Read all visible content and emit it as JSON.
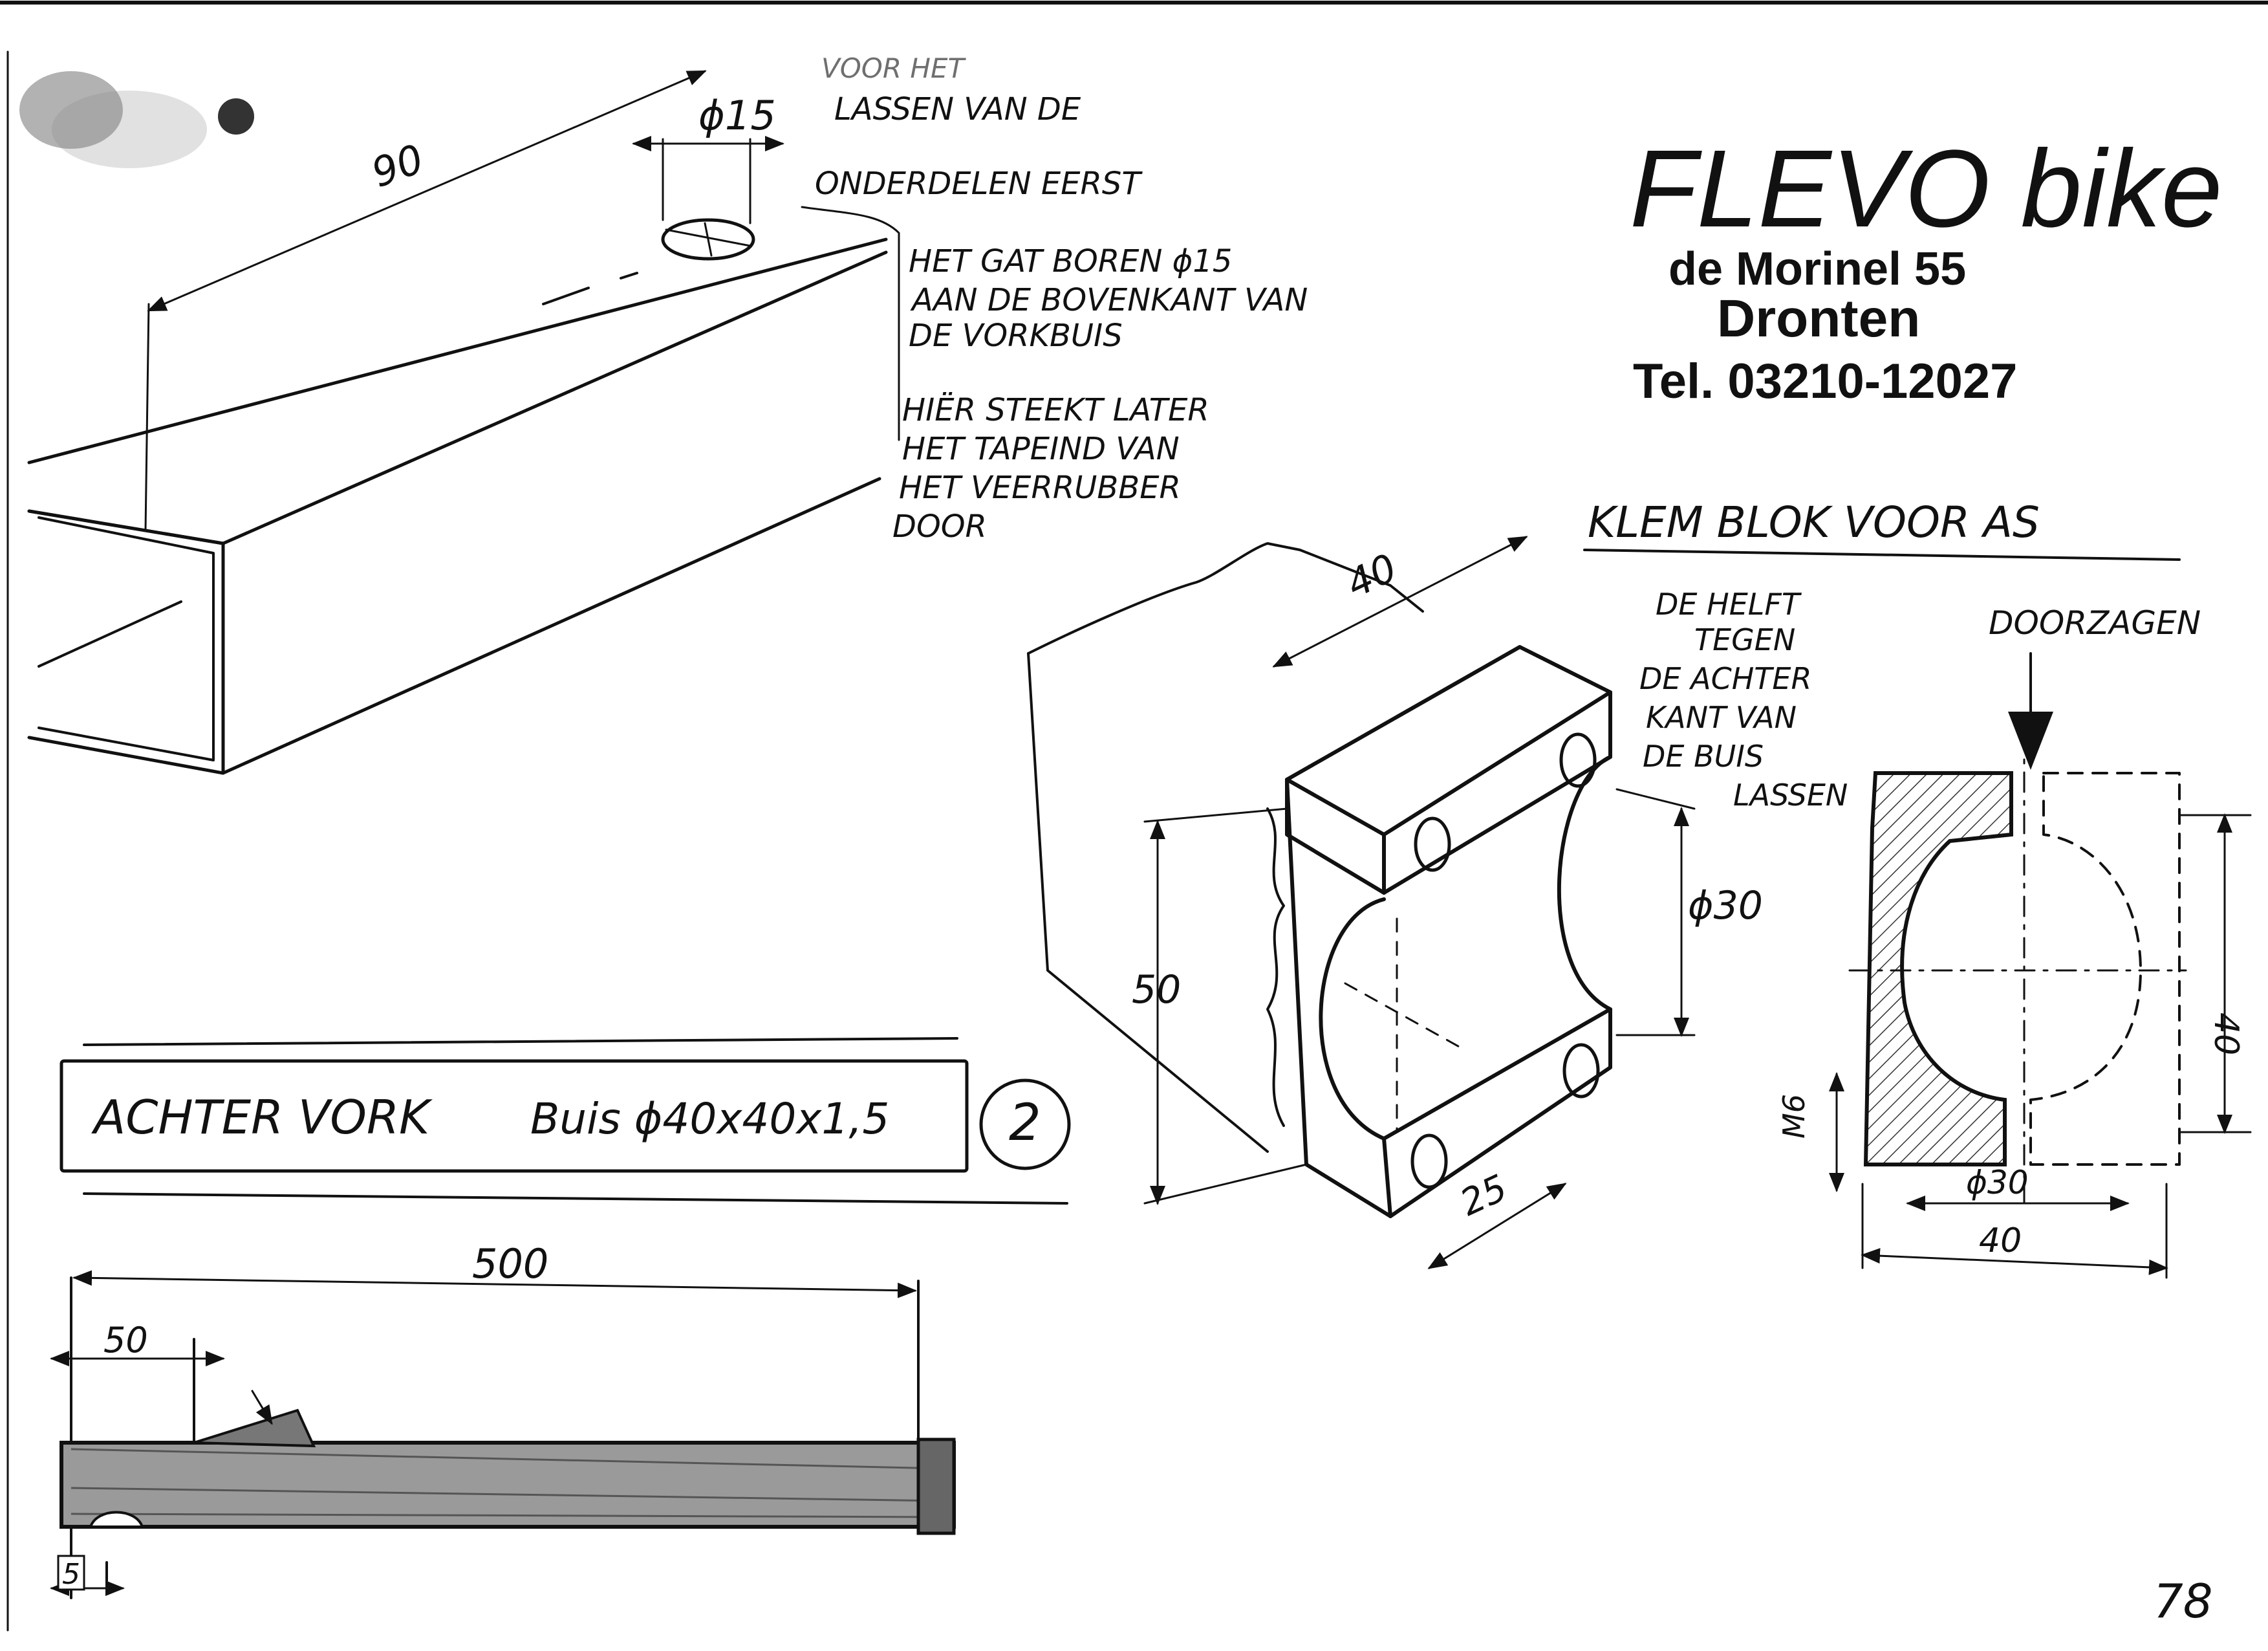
{
  "header": {
    "logo_text": "FLEVO bike",
    "address_line": "de Morinel 55",
    "city": "Dronten",
    "phone": "Tel. 03210-12027"
  },
  "fork_tube": {
    "dim_length": "90",
    "dim_hole": "ϕ15",
    "note_weld_line1": "VOOR HET",
    "note_weld_line2": "LASSEN VAN DE",
    "note_weld_line3": "ONDERDELEN EERST",
    "note_drill_line1": "HET GAT BOREN ϕ15",
    "note_drill_line2": "AAN DE BOVENKANT VAN",
    "note_drill_line3": "DE VORKBUIS",
    "note_spring_line1": "HIËR STEEKT LATER",
    "note_spring_line2": "HET TAPEIND VAN",
    "note_spring_line3": "HET VEERRUBBER",
    "note_spring_line4": "DOOR"
  },
  "title_block": {
    "part_name": "ACHTER VORK",
    "material": "Buis ϕ40x40x1,5",
    "part_number": "2"
  },
  "side_view": {
    "dim_total": "500",
    "dim_offset": "50",
    "dim_end": "5"
  },
  "clamp_block": {
    "title": "KLEM BLOK VOOR AS",
    "note_weld_line1": "DE HELFT",
    "note_weld_line2": "TEGEN",
    "note_weld_line3": "DE ACHTER",
    "note_weld_line4": "KANT VAN",
    "note_weld_line5": "DE BUIS",
    "note_weld_line6": "LASSEN",
    "note_saw": "DOORZAGEN",
    "dim_width": "40",
    "dim_height": "50",
    "dim_bore": "ϕ30",
    "dim_depth": "25",
    "section_thread": "M6",
    "section_bore": "ϕ30",
    "section_width": "40",
    "section_height": "40"
  },
  "page_number": "78",
  "colors": {
    "ink": "#111111",
    "paper": "#ffffff",
    "hatch": "#333333"
  }
}
